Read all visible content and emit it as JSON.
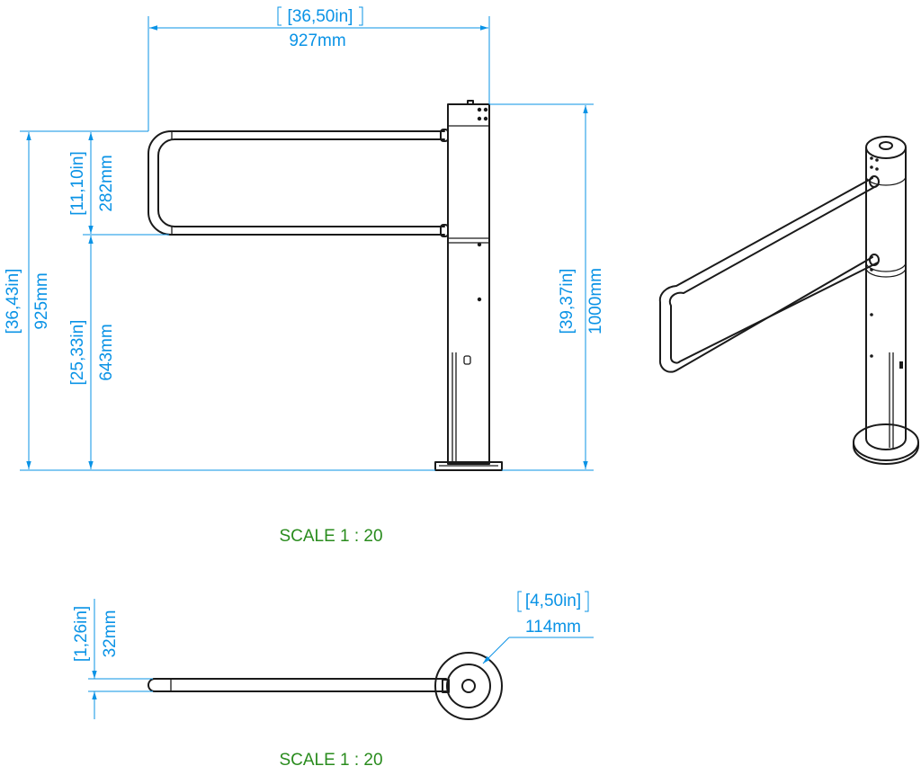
{
  "front_view": {
    "width": {
      "imperial": "[36,50in]",
      "metric": "927mm"
    },
    "total_height": {
      "imperial": "[36,43in]",
      "metric": "925mm"
    },
    "arm_span": {
      "imperial": "[11,10in]",
      "metric": "282mm"
    },
    "lower_height": {
      "imperial": "[25,33in]",
      "metric": "643mm"
    },
    "post_height": {
      "imperial": "[39,37in]",
      "metric": "1000mm"
    },
    "scale": "SCALE 1 : 20"
  },
  "top_view": {
    "tube_diameter": {
      "imperial": "[1,26in]",
      "metric": "32mm"
    },
    "post_diameter": {
      "imperial": "[4,50in]",
      "metric": "114mm"
    },
    "scale": "SCALE 1 : 20"
  },
  "colors": {
    "dimension": "#0a93e6",
    "scale_label": "#2a8c1e",
    "linework": "#1a1a1a"
  }
}
